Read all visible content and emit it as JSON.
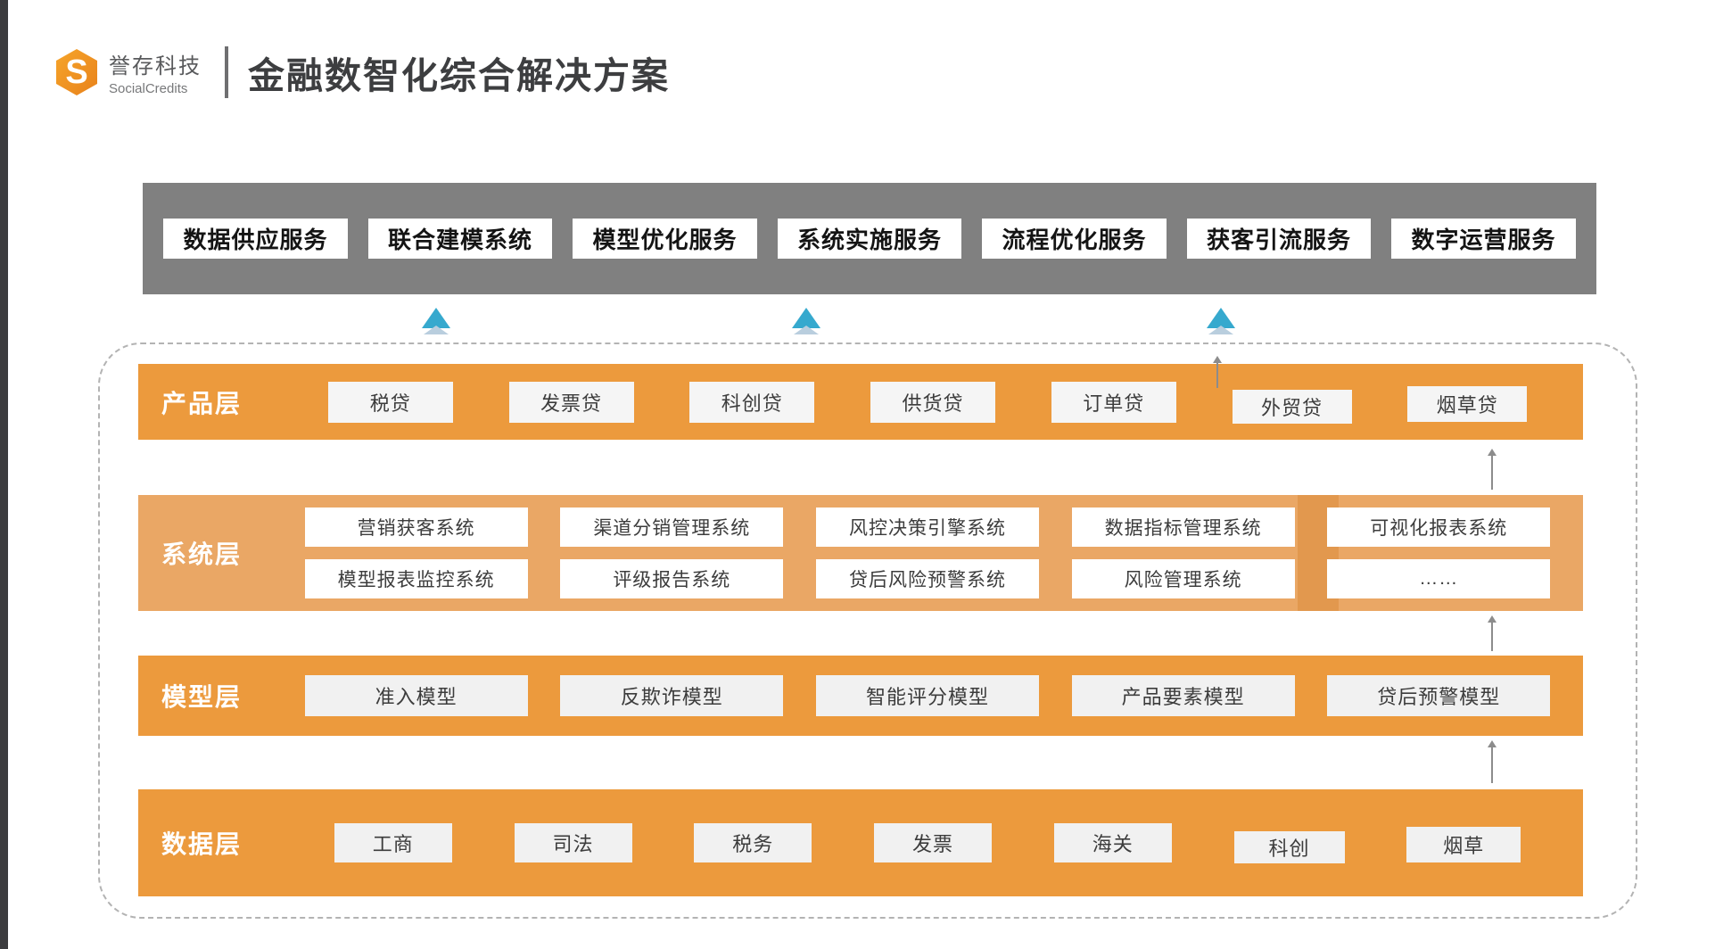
{
  "header": {
    "logo_cn": "誉存科技",
    "logo_en": "SocialCredits",
    "title": "金融数智化综合解决方案"
  },
  "services": [
    "数据供应服务",
    "联合建模系统",
    "模型优化服务",
    "系统实施服务",
    "流程优化服务",
    "获客引流服务",
    "数字运营服务"
  ],
  "layers": {
    "product": {
      "label": "产品层",
      "boxes": [
        "税贷",
        "发票贷",
        "科创贷",
        "供货贷",
        "订单贷",
        "外贸贷",
        "烟草贷"
      ]
    },
    "system": {
      "label": "系统层",
      "row1": [
        "营销获客系统",
        "渠道分销管理系统",
        "风控决策引擎系统",
        "数据指标管理系统",
        "可视化报表系统"
      ],
      "row2": [
        "模型报表监控系统",
        "评级报告系统",
        "贷后风险预警系统",
        "风险管理系统",
        "……"
      ]
    },
    "model": {
      "label": "模型层",
      "boxes": [
        "准入模型",
        "反欺诈模型",
        "智能评分模型",
        "产品要素模型",
        "贷后预警模型"
      ]
    },
    "data": {
      "label": "数据层",
      "boxes": [
        "工商",
        "司法",
        "税务",
        "发票",
        "海关",
        "科创",
        "烟草"
      ]
    }
  },
  "icons": {
    "logo": "hexagon-s-logo-icon",
    "band_arrows": "teal-double-up-arrow-icon",
    "flow_arrows": "thin-gray-up-arrow-icon"
  },
  "colors": {
    "band_orange": "#ec9a3d",
    "band_orange_light": "#eaa765",
    "services_bar_gray": "#808080",
    "teal_arrow": "#36a9ce",
    "teal_arrow_light": "#b9cede",
    "brand_orange": "#f0941d",
    "title_text": "#3d3e40",
    "edge_strip": "#3c3c3e"
  }
}
